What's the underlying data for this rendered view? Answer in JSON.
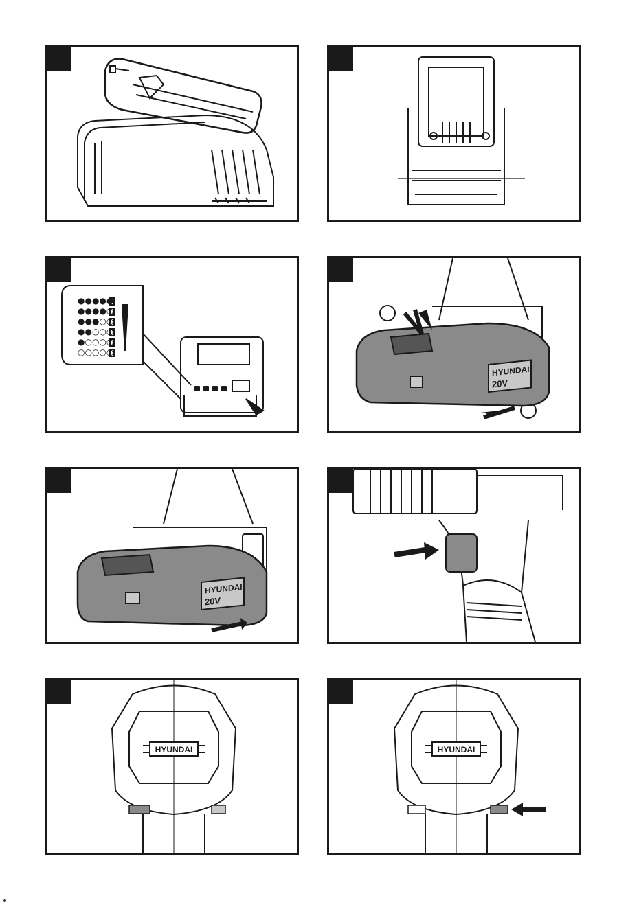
{
  "figures": [
    {
      "id": "fig1",
      "subject": "battery-on-charger"
    },
    {
      "id": "fig2",
      "subject": "charger-front-with-battery"
    },
    {
      "id": "fig3",
      "subject": "battery-charge-indicator",
      "indicator_rows": [
        "●●●●●",
        "●●●●○",
        "●●●○○",
        "●●○○○",
        "●○○○○",
        "○○○○○"
      ]
    },
    {
      "id": "fig4",
      "subject": "remove-battery",
      "battery_brand": "HYUNDAI",
      "battery_voltage": "20V"
    },
    {
      "id": "fig5",
      "subject": "insert-battery",
      "battery_brand": "HYUNDAI",
      "battery_voltage": "20V"
    },
    {
      "id": "fig6",
      "subject": "trigger-switch"
    },
    {
      "id": "fig7",
      "subject": "rear-view-direction-switch",
      "brand": "HYUNDAI"
    },
    {
      "id": "fig8",
      "subject": "rear-view-direction-switch-pressed",
      "brand": "HYUNDAI"
    }
  ],
  "colors": {
    "ink": "#1a1a1a",
    "battery_gray": "#8a8a8a",
    "light_gray": "#c8c8c8"
  }
}
